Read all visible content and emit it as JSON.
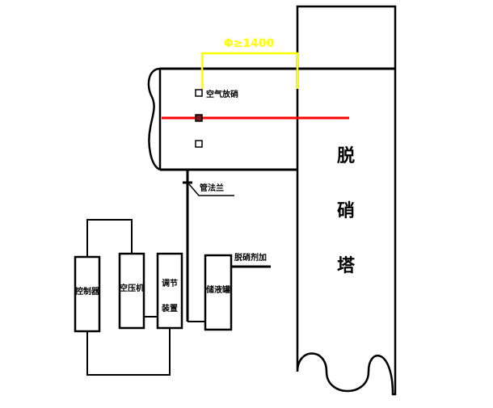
{
  "diagram": {
    "dimension_label": "Φ≥1400",
    "tower_label": [
      "脱",
      "硝",
      "塔"
    ],
    "air_inlet_label": "空气放硝",
    "flange_label": "管法兰",
    "denitration_agent_label": "脱硝剂加",
    "controller_label": "控制器",
    "compressor_label": "空压机",
    "regulator_label": [
      "调节",
      "装置"
    ],
    "reservoir_label": "储液罐",
    "colors": {
      "dimension_line": "#ffff00",
      "inner_pipe": "#ff0000",
      "lines": "#000000"
    }
  }
}
